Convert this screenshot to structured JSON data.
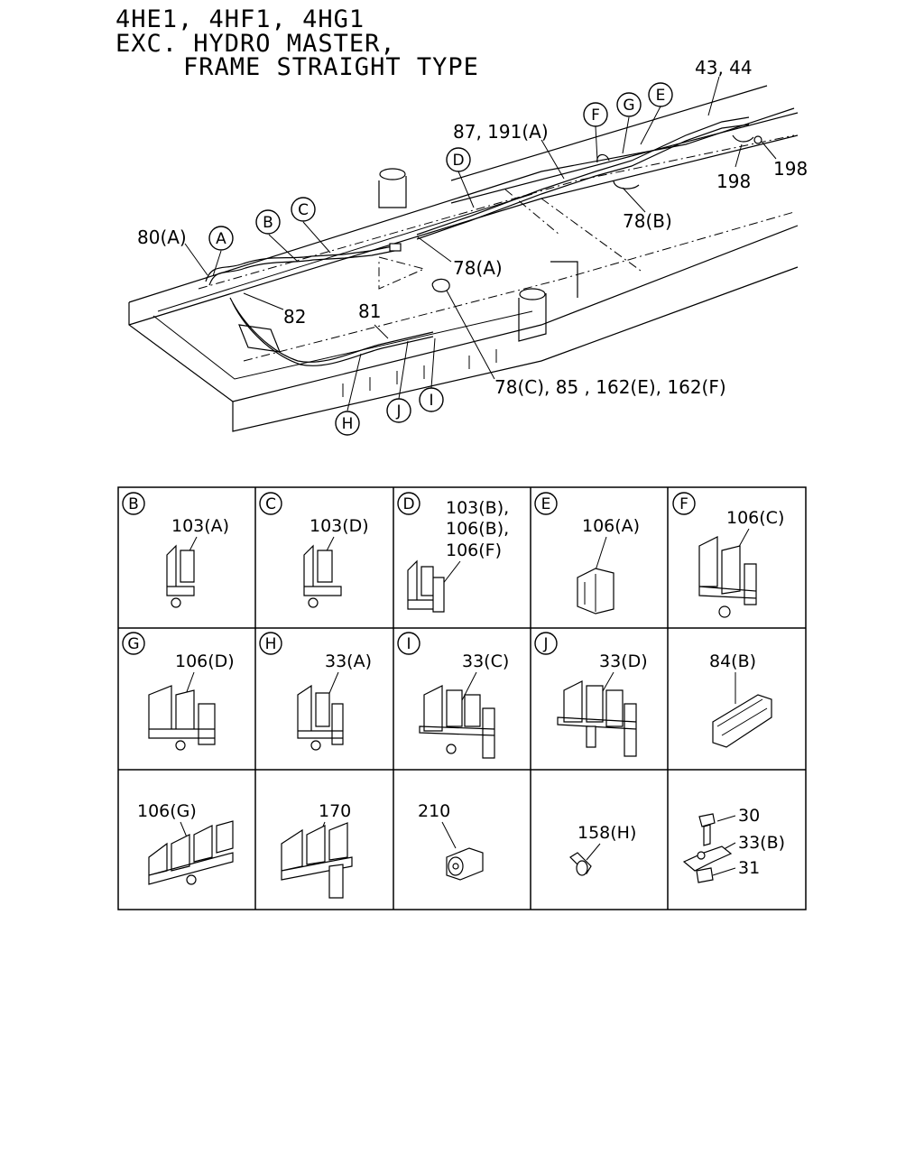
{
  "header": {
    "line1": "4HE1, 4HF1, 4HG1",
    "line2": "EXC. HYDRO MASTER,",
    "line3": "FRAME STRAIGHT TYPE"
  },
  "callouts": {
    "l_43_44": "43, 44",
    "l_87_191A": "87, 191(A)",
    "l_198a": "198",
    "l_198b": "198",
    "l_78B": "78(B)",
    "l_78A": "78(A)",
    "l_80A": "80(A)",
    "l_82": "82",
    "l_81": "81",
    "l_78C": "78(C), 85 , 162(E), 162(F)"
  },
  "markers": {
    "A": "A",
    "B": "B",
    "C": "C",
    "D": "D",
    "E": "E",
    "F": "F",
    "G": "G",
    "H": "H",
    "I": "I",
    "J": "J"
  },
  "table": {
    "cells": [
      {
        "marker": "B",
        "lines": [
          "103(A)"
        ]
      },
      {
        "marker": "C",
        "lines": [
          "103(D)"
        ]
      },
      {
        "marker": "D",
        "lines": [
          "103(B),",
          "106(B),",
          "106(F)"
        ]
      },
      {
        "marker": "E",
        "lines": [
          "106(A)"
        ]
      },
      {
        "marker": "F",
        "lines": [
          "106(C)"
        ]
      },
      {
        "marker": "G",
        "lines": [
          "106(D)"
        ]
      },
      {
        "marker": "H",
        "lines": [
          "33(A)"
        ]
      },
      {
        "marker": "I",
        "lines": [
          "33(C)"
        ]
      },
      {
        "marker": "J",
        "lines": [
          "33(D)"
        ]
      },
      {
        "marker": "",
        "lines": [
          "84(B)"
        ]
      },
      {
        "marker": "",
        "lines": [
          "106(G)"
        ]
      },
      {
        "marker": "",
        "lines": [
          "170"
        ]
      },
      {
        "marker": "",
        "lines": [
          "210"
        ]
      },
      {
        "marker": "",
        "lines": [
          "158(H)"
        ]
      },
      {
        "marker": "",
        "lines": [
          "30",
          "33(B)",
          "31"
        ]
      }
    ]
  }
}
